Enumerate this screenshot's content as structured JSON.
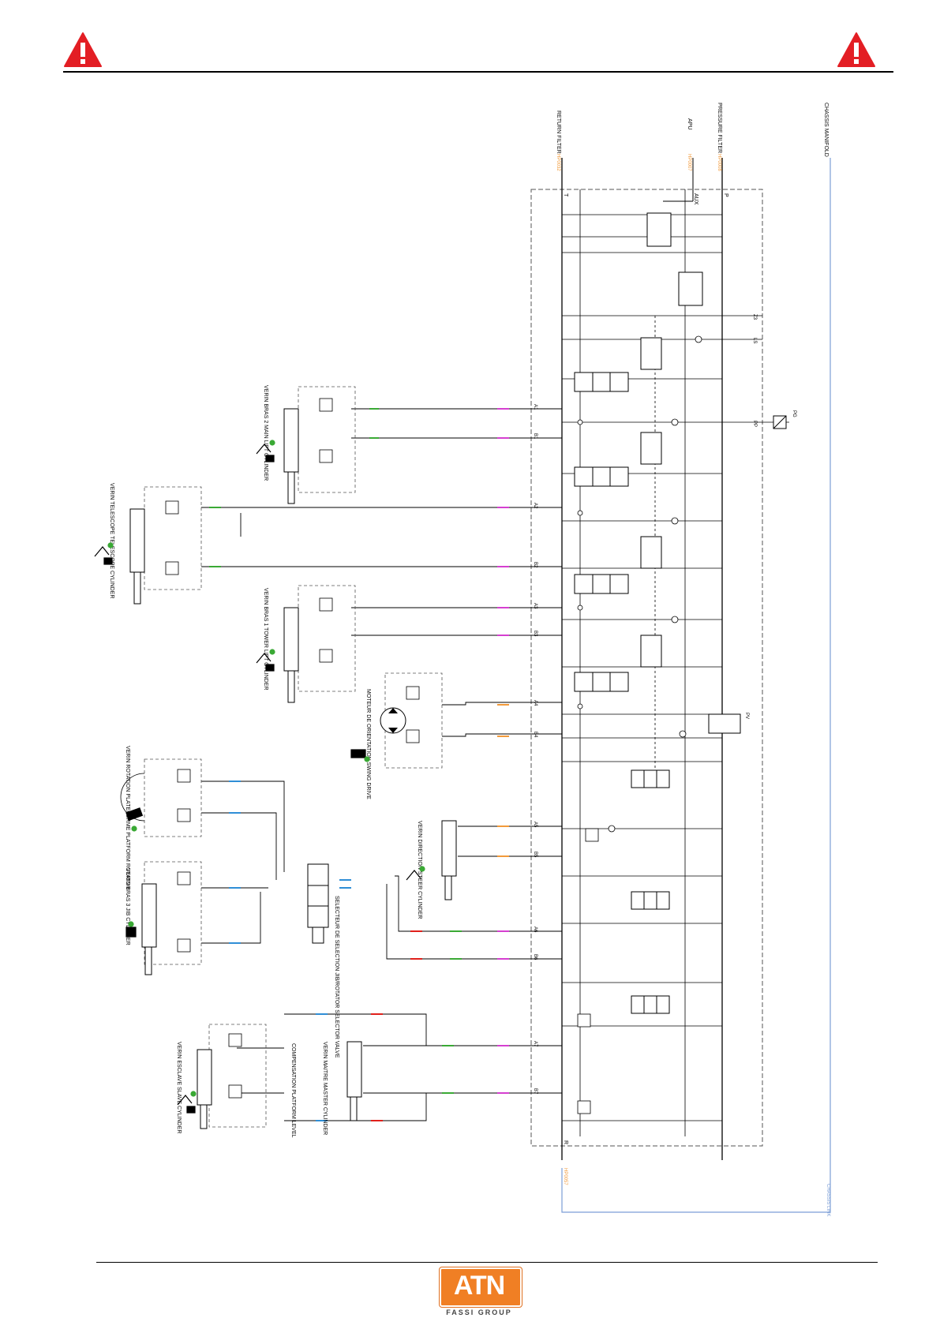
{
  "header": {
    "warning_icon_left": "warning-triangle-icon",
    "warning_icon_right": "warning-triangle-icon",
    "warning_color": "#e31e24"
  },
  "footer": {
    "logo_text": "ATN",
    "logo_subtext": "FASSI GROUP",
    "logo_color": "#f07f24"
  },
  "diagram": {
    "ports": {
      "chassis_manifold": "CHASSIS MANIFOLD",
      "pressure_filter": "PRESSURE FILTER",
      "apu": "APU",
      "return_filter": "RETURN FILTER",
      "chassis_link": "CHASSIS LINK",
      "p": "P",
      "t": "T",
      "aux": "AUX",
      "r": "R"
    },
    "pipe_codes": {
      "left_p": "HP0008",
      "left_aux": "HP0007",
      "return": "HP0032",
      "bottom": "HP0057"
    },
    "lines": [
      "A1",
      "B1",
      "A2",
      "B2",
      "A3",
      "B3",
      "A4",
      "B4",
      "A5",
      "B5",
      "A6",
      "B6",
      "A7",
      "B7"
    ],
    "misc_labels": {
      "z3": "Z3",
      "ls": "LS",
      "pp": "PP",
      "pv": "PV",
      "pg": "PG"
    },
    "actuators": [
      {
        "label": "VERIN BRAS 2 MAIN LIFT CYLINDER"
      },
      {
        "label": "VERIN TELESCOPE TELESCOPE CYLINDER"
      },
      {
        "label": "VERIN BRAS 1 TOWER LIFT CYLINDER"
      },
      {
        "label": "MOTEUR DE ORIENTATION SWING DRIVE"
      },
      {
        "label": "VERIN ROTATION PLATEFORME PLATFORM ROTATOR"
      },
      {
        "label": "VERIN BRAS 3 JIB CYLINDER"
      },
      {
        "label": "VERIN DIRECTION STEER CYLINDER"
      },
      {
        "label": "SELECTEUR DE SELECTION JIB/ROTATOR SELECTOR VALVE"
      },
      {
        "label": "VERIN ESCLAVE SLAVE CYLINDER"
      },
      {
        "label": "VERIN MAITRE MASTER CYLINDER"
      },
      {
        "label": "COMPENSATION PLATFORM LEVEL"
      }
    ],
    "colors": {
      "line": "#000000",
      "dash": "#555555",
      "green_code": "#3aa935",
      "magenta_code": "#d53fd0",
      "orange_code": "#f29a3a",
      "blue_code": "#2f8ed6",
      "red_code": "#e0201b",
      "chassis_link": "#7c9ed6"
    }
  }
}
